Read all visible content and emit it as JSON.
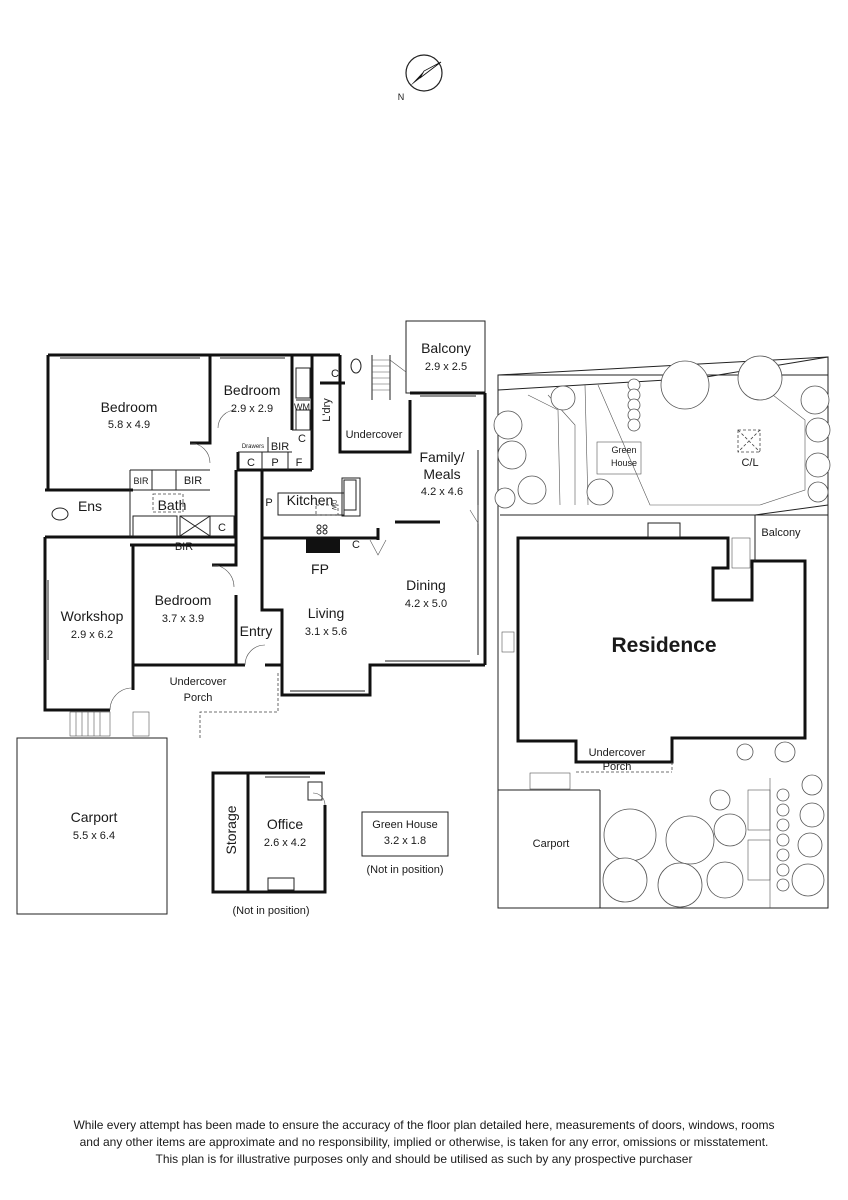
{
  "compass": {
    "north_label": "N"
  },
  "rooms": {
    "bedroom1": {
      "name": "Bedroom",
      "size": "5.8 x 4.9"
    },
    "bedroom2": {
      "name": "Bedroom",
      "size": "2.9 x 2.9"
    },
    "bedroom3": {
      "name": "Bedroom",
      "size": "3.7 x 3.9"
    },
    "balcony": {
      "name": "Balcony",
      "size": "2.9 x 2.5"
    },
    "family": {
      "name1": "Family/",
      "name2": "Meals",
      "size": "4.2 x 4.6"
    },
    "dining": {
      "name": "Dining",
      "size": "4.2 x 5.0"
    },
    "living": {
      "name": "Living",
      "size": "3.1 x 5.6"
    },
    "workshop": {
      "name": "Workshop",
      "size": "2.9 x 6.2"
    },
    "carport": {
      "name": "Carport",
      "size": "5.5 x 6.4"
    },
    "office": {
      "name": "Office",
      "size": "2.6 x 4.2"
    },
    "storage": {
      "name": "Storage"
    },
    "greenhouse": {
      "name": "Green House",
      "size": "3.2 x 1.8"
    }
  },
  "labels": {
    "kitchen": "Kitchen",
    "laundry": "L'dry",
    "undercover": "Undercover",
    "undercover_porch_1": "Undercover",
    "undercover_porch_2": "Porch",
    "entry": "Entry",
    "ens": "Ens",
    "bath": "Bath",
    "bir": "BIR",
    "c": "C",
    "p": "P",
    "f": "F",
    "wm": "WM",
    "dw": "DW",
    "drawers": "Drawers",
    "fp": "FP",
    "not_in_position": "(Not in position)"
  },
  "site": {
    "residence": "Residence",
    "balcony": "Balcony",
    "undercover_porch_1": "Undercover",
    "undercover_porch_2": "Porch",
    "carport": "Carport",
    "green_house_1": "Green",
    "green_house_2": "House",
    "cl": "C/L"
  },
  "disclaimer": [
    "While every attempt has been made to ensure the accuracy of the floor plan detailed here, measurements of doors, windows, rooms",
    "and any other items are approximate and no responsibility, implied or otherwise, is taken for any error, omissions or misstatement.",
    "This plan is for illustrative purposes only and should be utilised as such by any prospective purchaser"
  ]
}
